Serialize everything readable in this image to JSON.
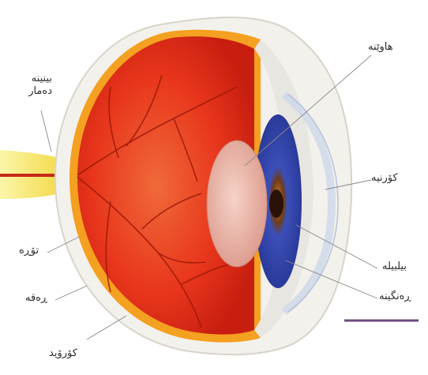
{
  "labels": {
    "lens": "هاوێنه",
    "optic_nerve": "بینینه دەمار",
    "cornea": "کۆرنیه",
    "retina": "تۆڕه",
    "pupil": "بیلبیله",
    "sclera": "ڕەقه",
    "iris": "ڕەنگینه",
    "choroid": "کۆرۆید"
  },
  "colors": {
    "interior": "#e8361c",
    "sclera": "#f3f1ec",
    "iris": "#3b4fb8",
    "lens": "#e9b5a8",
    "nerve": "#f6e24a",
    "vessel": "#9c1808",
    "leader": "#888888",
    "scale_bar": "#6b4a7a"
  }
}
